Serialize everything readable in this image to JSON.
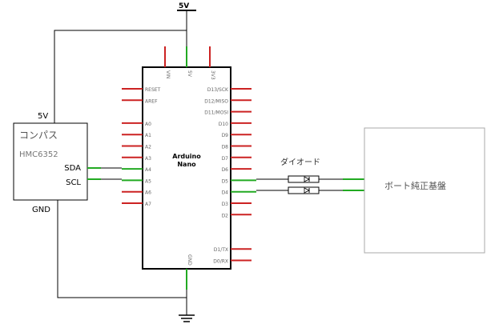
{
  "power": {
    "label": "5V"
  },
  "compass": {
    "title": "コンパス",
    "model": "HMC6352",
    "vcc": "5V",
    "sda": "SDA",
    "scl": "SCL",
    "gnd": "GND"
  },
  "arduino": {
    "name_line1": "Arduino",
    "name_line2": "Nano",
    "top_pins": [
      "VIN",
      "5V",
      "3V3"
    ],
    "bottom_pin": "GND",
    "left_pins": [
      "RESET",
      "AREF",
      "",
      "A0",
      "A1",
      "A2",
      "A3",
      "A4",
      "A5",
      "A6",
      "A7"
    ],
    "right_pins": [
      "D13/SCK",
      "D12/MISO",
      "D11/MOSI",
      "D10",
      "D9",
      "D8",
      "D7",
      "D6",
      "D5",
      "D4",
      "D3",
      "D2",
      "",
      "",
      "D1/TX",
      "D0/RX"
    ]
  },
  "diode": {
    "label": "ダイオード"
  },
  "board": {
    "label": "ボート純正基盤"
  },
  "colors": {
    "pin_red": "#cc2222",
    "wire_green": "#22aa22",
    "line": "#000000",
    "pin_label": "#666666",
    "box_border": "#aaaaaa"
  }
}
